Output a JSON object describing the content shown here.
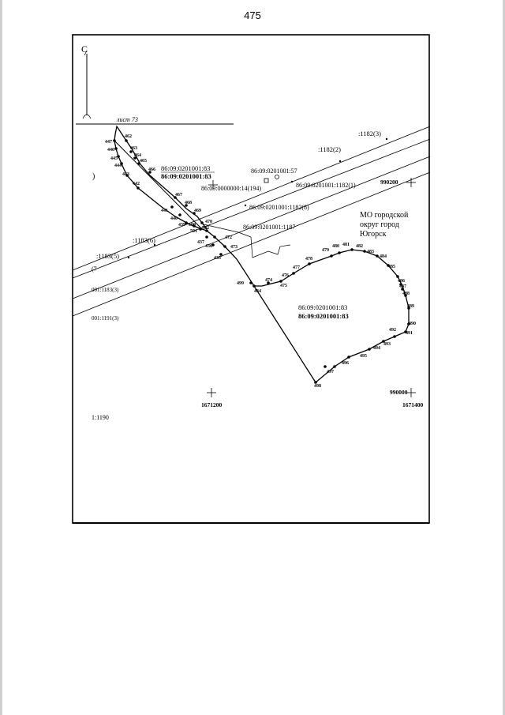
{
  "page": {
    "number": "475"
  },
  "map": {
    "north_label": "С",
    "sheet_label": "лист 73",
    "scale_label": "1:1190",
    "area_label": [
      "МО городской",
      "округ город",
      "Югорск"
    ],
    "parcel_labels": {
      "p_83_top_a": "86:09:0201001:83",
      "p_83_top_b": "86:09:0201001:83",
      "p_57": "86:09:0201001:57",
      "p_14": "86:09:0000000:14(194)",
      "p_1182_1": "86:09:0201001:1182(1)",
      "p_1182_8": "86:09:0201001:1182(8)",
      "p_1187": "86:09:0201001:1187",
      "p_1182_3": ":1182(3)",
      "p_1182_2": ":1182(2)",
      "p_1183_6": ":1183(6)",
      "p_1183_5": ":1183(5)",
      "p_1183_3": "001:1183(3)",
      "p_1191_3": "001:1191(3)",
      "p_83_main_a": "86:09:0201001:83",
      "p_83_main_b": "86:09:0201001:83",
      "left_edge_7": "(7",
      "left_edge_paren": ")"
    },
    "grid_labels": {
      "y_990200": "990200",
      "y_990000": "990000",
      "x_1671200": "1671200",
      "x_1671400": "1671400"
    },
    "points": {
      "p447": "447",
      "p462": "462",
      "p446": "446",
      "p463": "463",
      "p445": "445",
      "p464": "464",
      "p444": "444",
      "p465": "465",
      "p443": "443",
      "p466": "466",
      "p442": "442",
      "p467": "467",
      "p441": "441",
      "p468": "468",
      "p440": "440",
      "p469": "469",
      "p439": "439",
      "p470": "470",
      "p500": "500",
      "p501": "501",
      "p502": "502",
      "p437": "437",
      "p472": "472",
      "p436": "436",
      "p473": "473",
      "p435": "435",
      "p499": "499",
      "p434": "434",
      "p474": "474",
      "p475": "475",
      "p476": "476",
      "p477": "477",
      "p478": "478",
      "p479": "479",
      "p480": "480",
      "p481": "481",
      "p482": "482",
      "p483": "483",
      "p484": "484",
      "p485": "485",
      "p486": "486",
      "p487": "487",
      "p488": "488",
      "p489": "489",
      "p490": "490",
      "p491": "491",
      "p492": "492",
      "p493": "493",
      "p494": "494",
      "p495": "495",
      "p496": "496",
      "p497": "497",
      "p498": "498"
    }
  }
}
